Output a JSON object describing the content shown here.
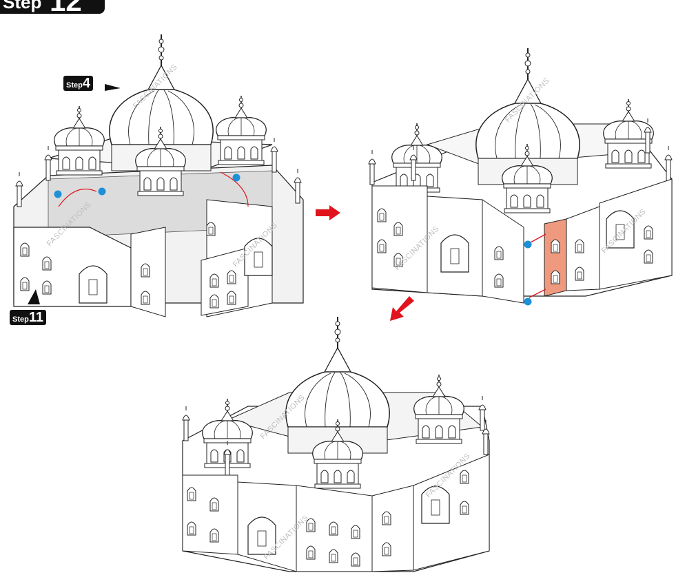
{
  "step_header": {
    "word": "Step",
    "number": "12"
  },
  "callouts": [
    {
      "word": "Step",
      "number": "4"
    },
    {
      "word": "Step",
      "number": "11"
    }
  ],
  "watermark": "FASCINATIONS",
  "colors": {
    "arrow": "#e0141c",
    "dot": "#1e90d8",
    "highlight": "#ef9a7e",
    "outline": "#222222"
  }
}
